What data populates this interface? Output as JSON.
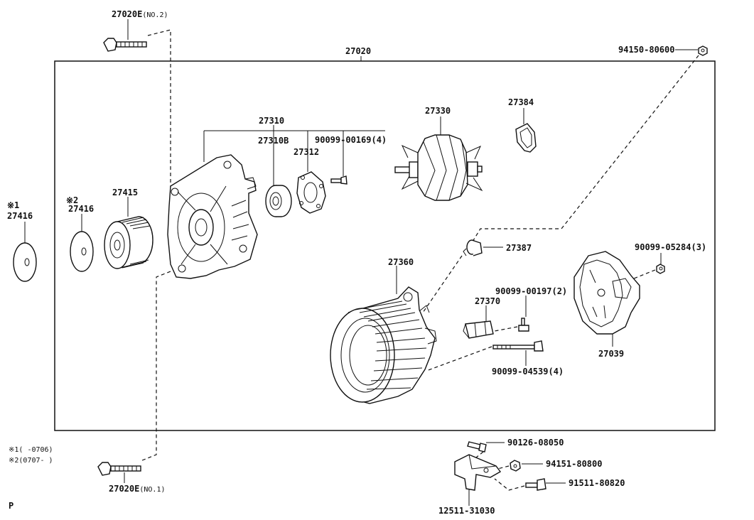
{
  "assembly": {
    "number": "27020"
  },
  "labels": {
    "bolt_no2": {
      "part": "27020E",
      "note": "(NO.2)"
    },
    "bolt_no1": {
      "part": "27020E",
      "note": "(NO.1)"
    },
    "nut_94150": "94150-80600",
    "frame_27310": "27310",
    "frame_27310b": "27310B",
    "plate_27312": "27312",
    "screw_90099_00169": "90099-00169(4)",
    "rotor_27330": "27330",
    "seal_27384": "27384",
    "cap_27416_a": {
      "mark": "※1",
      "part": "27416"
    },
    "cap_27416_b": {
      "mark": "※2",
      "part": "27416"
    },
    "pulley_27415": "27415",
    "terminal_27387": "27387",
    "stator_27360": "27360",
    "brush_27370": "27370",
    "screw_90099_00197": "90099-00197(2)",
    "nut_90099_05284": "90099-05284(3)",
    "cover_27039": "27039",
    "bolt_90099_04539": "90099-04539(4)",
    "bolt_90126_08050": "90126-08050",
    "nut_94151_80800": "94151-80800",
    "bolt_91511_80820": "91511-80820",
    "bracket_12511": "12511-31030"
  },
  "notes": {
    "note1": "※1(   -0706)",
    "note2": "※2(0707-   )",
    "page_mark": "P"
  }
}
